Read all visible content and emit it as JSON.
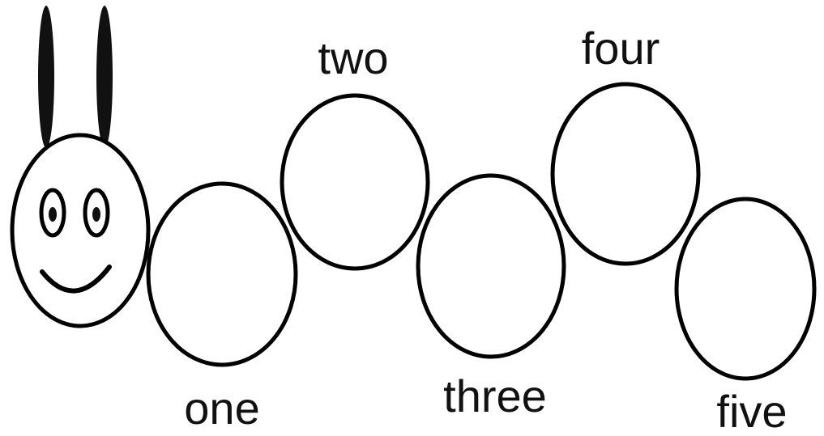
{
  "diagram": {
    "type": "caterpillar-number-line",
    "colors": {
      "stroke": "#000000",
      "fill": "#ffffff",
      "antenna": "#111111",
      "text": "#111111"
    },
    "head": {
      "features": [
        "left-antenna",
        "right-antenna",
        "left-eye",
        "right-eye",
        "smile"
      ]
    },
    "segments": [
      {
        "id": "one",
        "label": "one"
      },
      {
        "id": "two",
        "label": "two"
      },
      {
        "id": "three",
        "label": "three"
      },
      {
        "id": "four",
        "label": "four"
      },
      {
        "id": "five",
        "label": "five"
      }
    ]
  }
}
